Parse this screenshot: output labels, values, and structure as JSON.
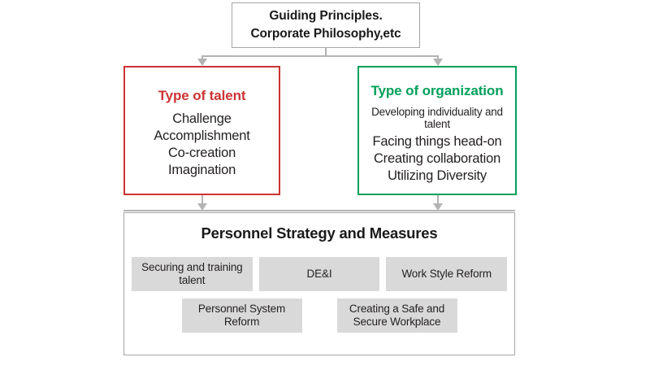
{
  "diagram": {
    "top_box": {
      "lines": [
        "Guiding Principles.",
        "Corporate Philosophy,etc"
      ]
    },
    "talent_card": {
      "title": "Type of talent",
      "accent_color": "#cc3333",
      "items": [
        "Challenge",
        "Accomplishment",
        "Co-creation",
        "Imagination"
      ]
    },
    "organization_card": {
      "title": "Type of organization",
      "accent_color": "#00a05a",
      "items": [
        "Developing individuality and talent",
        "Facing things head-on",
        "Creating collaboration",
        "Utilizing Diversity"
      ]
    },
    "strategy_box": {
      "title": "Personnel Strategy and Measures",
      "chip_color": "#d9d9d9",
      "row1": [
        "Securing and training talent",
        "DE&I",
        "Work Style Reform"
      ],
      "row2": [
        "Personnel System Reform",
        "Creating a Safe and Secure Workplace"
      ]
    },
    "connector_color": "#b3b3b3",
    "border_color": "#a6a6a6"
  }
}
